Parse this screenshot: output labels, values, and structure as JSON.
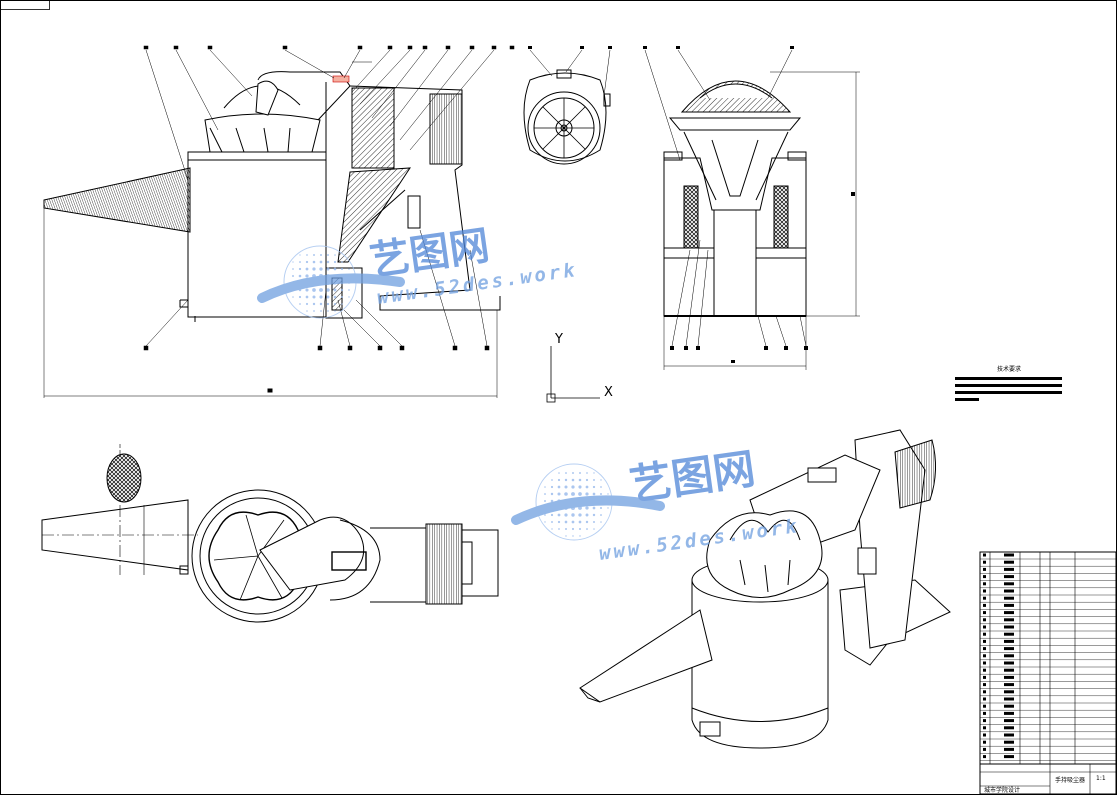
{
  "watermark": {
    "brand": "艺图网",
    "url": "www.52des.work",
    "brand_color": "#2f6fc9",
    "globe_color": "#6f9fe0"
  },
  "axes_icon": {
    "y_label": "Y",
    "x_label": "X"
  },
  "tech_note": {
    "heading": "技术要求"
  },
  "title_block": {
    "drawing_name": "手持吸尘器",
    "scale": "1:1",
    "footer": "城市学院设计"
  },
  "colors": {
    "line": "#000000",
    "paper": "#ffffff"
  }
}
